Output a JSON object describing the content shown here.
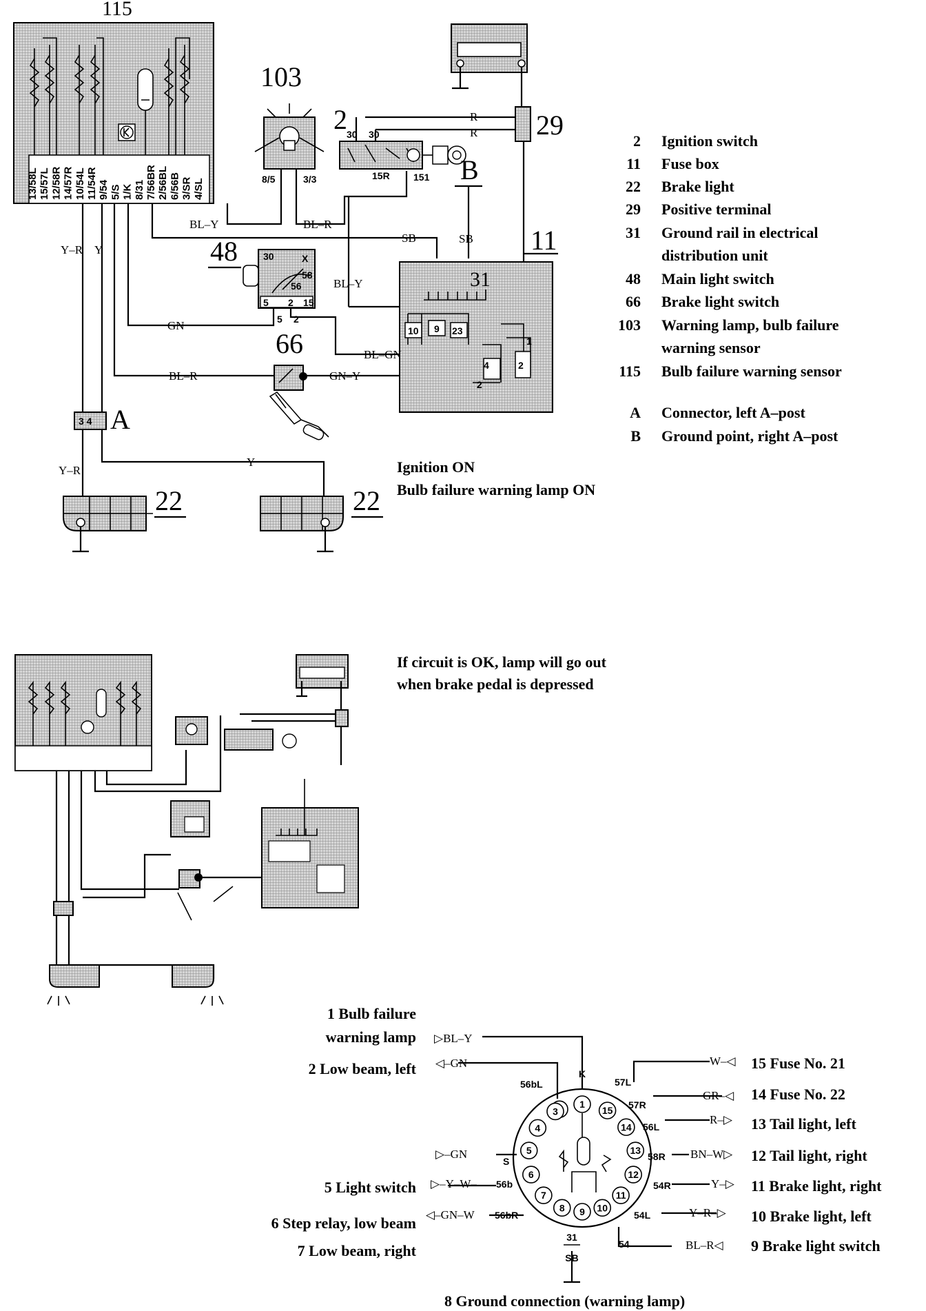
{
  "diagram": {
    "component_115_number": "115",
    "component_103_number": "103",
    "component_2_number": "2",
    "component_29_number": "29",
    "component_48_number": "48",
    "component_66_number": "66",
    "component_11_number": "11",
    "component_31_number": "31",
    "component_22_left_number": "22",
    "component_22_right_number": "22",
    "connector_a_label": "A",
    "connector_a_pins": "3 4",
    "ground_b_label": "B",
    "sensor_pins": [
      "13/58L",
      "15/57L",
      "12/58R",
      "14/57R",
      "10/54L",
      "11/54R",
      "9/54",
      "5/S",
      "1/K",
      "8/31",
      "7/56BR",
      "2/56BL",
      "6/56B",
      "3/SR",
      "4/SL"
    ],
    "lamp_pins": {
      "left": "8/5",
      "right": "3/3"
    },
    "switch_pins": {
      "p30a": "30",
      "p30b": "30",
      "p15r": "15R",
      "p151": "151"
    },
    "main_switch_pins": {
      "p30": "30",
      "px": "X",
      "p58": "58",
      "p56": "56",
      "p5": "5",
      "p2": "2",
      "p15": "15",
      "p5b": "5",
      "p2b": "2"
    },
    "fuse_numbers": {
      "f10": "10",
      "f9": "9",
      "f23": "23",
      "f1": "1",
      "f2": "2",
      "f4": "4",
      "f2b": "2"
    },
    "wires": {
      "r1": "R",
      "r2": "R",
      "r3": "R",
      "bl_y_top": "BL–Y",
      "bl_r_top": "BL–R",
      "sb_top": "SB",
      "sb_b": "SB",
      "bl_y_mid": "BL–Y",
      "y_r_top": "Y–R",
      "y_top": "Y",
      "gn": "GN",
      "bl_gn": "BL–GN",
      "bl_r_mid": "BL–R",
      "gn_y": "GN–Y",
      "y_r_bottom": "Y–R",
      "y_bottom": "Y"
    }
  },
  "legend": [
    {
      "num": "2",
      "text": "Ignition switch"
    },
    {
      "num": "11",
      "text": "Fuse box"
    },
    {
      "num": "22",
      "text": "Brake light"
    },
    {
      "num": "29",
      "text": "Positive terminal"
    },
    {
      "num": "31",
      "text": "Ground rail in electrical"
    },
    {
      "num": "",
      "text": "distribution unit"
    },
    {
      "num": "48",
      "text": "Main light switch"
    },
    {
      "num": "66",
      "text": "Brake light switch"
    },
    {
      "num": "103",
      "text": "Warning lamp, bulb failure"
    },
    {
      "num": "",
      "text": "warning sensor"
    },
    {
      "num": "115",
      "text": "Bulb failure warning sensor"
    }
  ],
  "legend_letters": [
    {
      "num": "A",
      "text": "Connector, left A–post"
    },
    {
      "num": "B",
      "text": "Ground point, right A–post"
    }
  ],
  "status": {
    "line1": "Ignition ON",
    "line2": "Bulb failure warning lamp ON"
  },
  "circuit_note": {
    "line1": "If circuit is OK, lamp will go out",
    "line2": "when brake pedal is depressed"
  },
  "connector_labels": {
    "l1a": "1 Bulb failure",
    "l1b": "warning lamp",
    "l2": "2 Low beam, left",
    "l5": "5 Light switch",
    "l6": "6 Step relay, low beam",
    "l7": "7 Low beam, right",
    "l8": "8 Ground connection (warning lamp)",
    "l15": "15 Fuse No. 21",
    "l14": "14 Fuse No. 22",
    "l13": "13 Tail light, left",
    "l12": "12 Tail light, right",
    "l11": "11 Brake light, right",
    "l10": "10 Brake light, left",
    "l9": "9 Brake light switch"
  },
  "connector_wires": {
    "bl_y": "BL–Y",
    "gn": "GN",
    "gn_s": "GN",
    "y_w": "Y–W",
    "gn_w": "GN–W",
    "w": "W",
    "gr": "GR",
    "r": "R",
    "bn_w": "BN–W",
    "y": "Y",
    "y_r": "Y–R",
    "bl_r": "BL–R"
  },
  "connector_terms": {
    "k": "K",
    "t56bl": "56bL",
    "t57l": "57L",
    "t57r": "57R",
    "t56l": "56L",
    "t58r": "58R",
    "t54r": "54R",
    "t54l": "54L",
    "t54": "54",
    "s": "S",
    "t56b": "56b",
    "t56br": "56bR",
    "t31": "31",
    "sb": "SB"
  },
  "connector_pins": [
    "1",
    "2",
    "3",
    "4",
    "5",
    "6",
    "7",
    "8",
    "9",
    "10",
    "11",
    "12",
    "13",
    "14",
    "15"
  ]
}
